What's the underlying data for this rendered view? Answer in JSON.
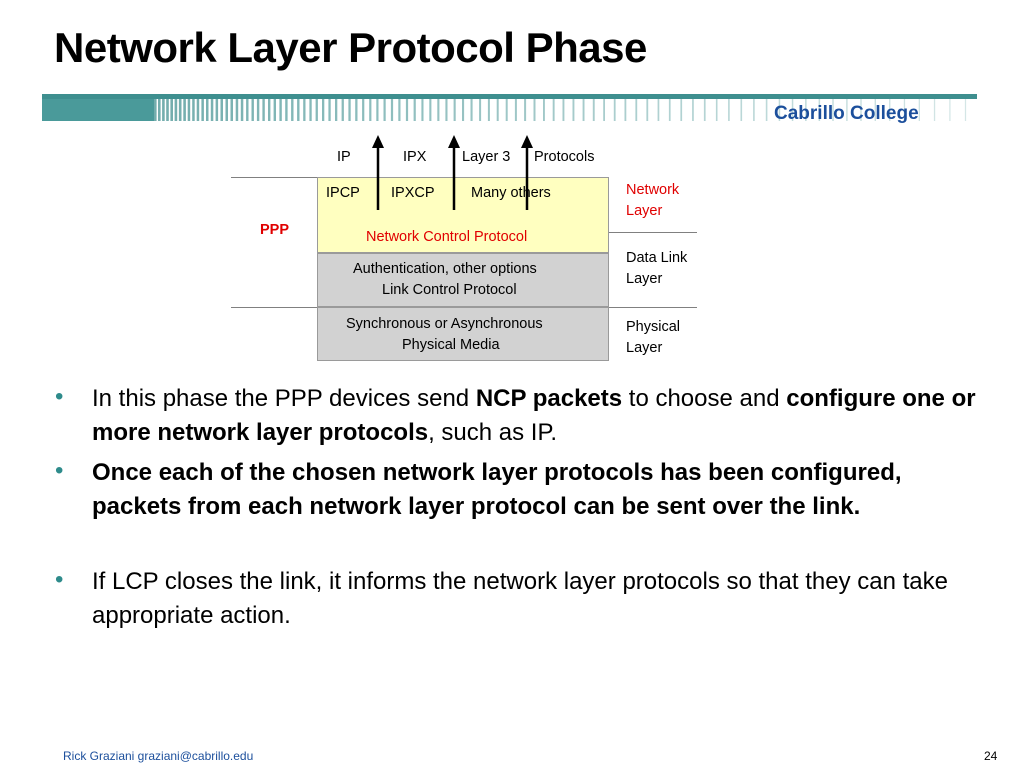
{
  "slide": {
    "title": "Network Layer Protocol Phase",
    "brand": "Cabrillo College"
  },
  "diagram": {
    "top_labels": {
      "ip": "IP",
      "ipx": "IPX",
      "layer3": "Layer 3",
      "protocols": "Protocols"
    },
    "ppp_label": "PPP",
    "ncp_box": {
      "ipcp": "IPCP",
      "ipxcp": "IPXCP",
      "many_others": "Many others",
      "caption": "Network Control Protocol"
    },
    "lcp_box": {
      "line1": "Authentication, other options",
      "line2": "Link Control Protocol"
    },
    "phy_box": {
      "line1": "Synchronous or Asynchronous",
      "line2": "Physical Media"
    },
    "layers": {
      "network": {
        "line1": "Network",
        "line2": "Layer"
      },
      "datalink": {
        "line1": "Data Link",
        "line2": "Layer"
      },
      "physical": {
        "line1": "Physical",
        "line2": "Layer"
      }
    },
    "colors": {
      "ncp_fill": "#ffffc0",
      "lower_fill": "#d2d2d2",
      "accent_red": "#e00000"
    }
  },
  "bullets": [
    {
      "t1": "In this phase the PPP devices send ",
      "b1": "NCP packets",
      "t2": " to choose and ",
      "b2": "configure one or more network layer protocols",
      "t3": ", such as IP."
    },
    {
      "b1": "Once each of the chosen network layer protocols has been configured, packets from each network layer protocol can be sent over the link."
    },
    {
      "t1": "If LCP closes the link, it informs the network layer protocols so that they can take appropriate action."
    }
  ],
  "bullet_glyph": "•",
  "footer": {
    "author": "Rick Graziani  graziani@cabrillo.edu",
    "page": "24"
  }
}
